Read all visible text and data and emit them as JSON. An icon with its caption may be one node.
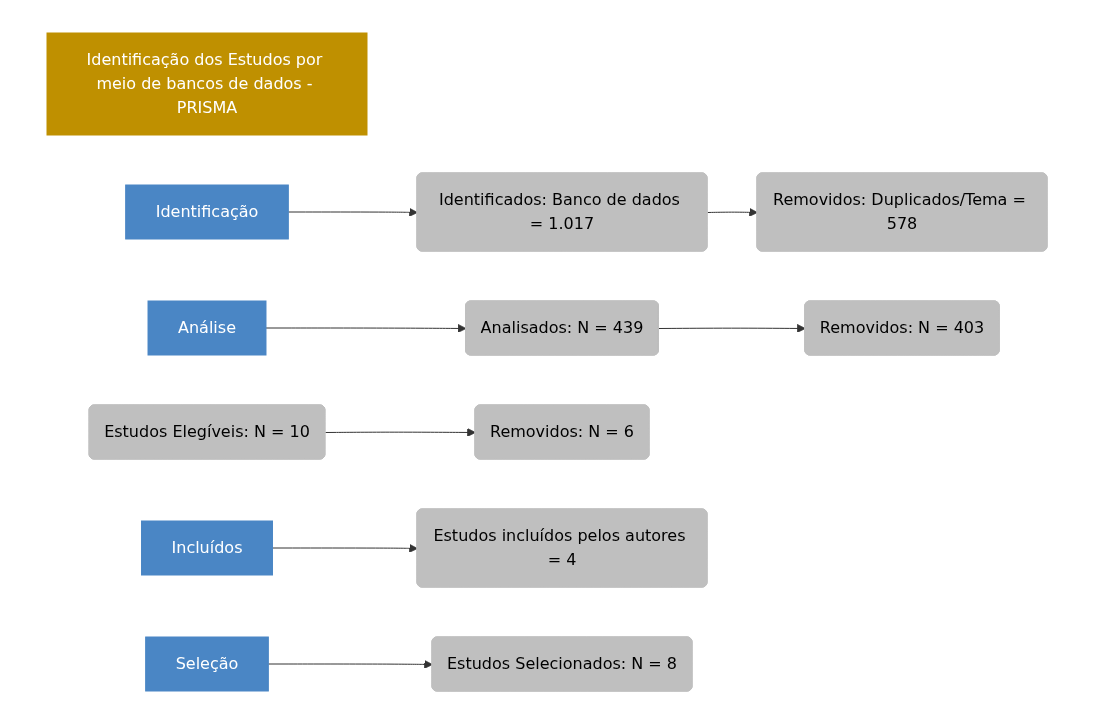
{
  "diagram": {
    "nodes": [
      {
        "text": [
          "Identificação dos Estudos por meio de bancos de dados - PRISMA"
        ]
      },
      {
        "text": [
          "Identificação"
        ]
      },
      {
        "text": [
          "Identificados: Banco de dados = 1.017"
        ]
      },
      {
        "text": [
          "Removidos: Duplicados/Tema = 578"
        ]
      },
      {
        "text": [
          "Análise"
        ]
      },
      {
        "text": [
          "Analisados: N = 439"
        ]
      },
      {
        "text": [
          "Removidos: N = 403"
        ]
      },
      {
        "text": [
          "Estudos Elegíveis: N = 10"
        ]
      },
      {
        "text": [
          "Removidos: N = 6"
        ]
      },
      {
        "text": [
          "Incluídos"
        ]
      },
      {
        "text": [
          "Estudos incluídos pelos autores = 4"
        ]
      },
      {
        "text": [
          "Seleção"
        ]
      },
      {
        "text": [
          "Estudos Selecionados: N = 8"
        ]
      }
    ],
    "edges": [
      {
        "from": 1,
        "to": 2,
        "arrow": "to"
      },
      {
        "from": 2,
        "to": 3,
        "arrow": "to"
      },
      {
        "from": 4,
        "to": 5,
        "arrow": "to"
      },
      {
        "from": 5,
        "to": 6,
        "arrow": "to"
      },
      {
        "from": 7,
        "to": 8,
        "arrow": "to"
      },
      {
        "from": 9,
        "to": 10,
        "arrow": "to"
      },
      {
        "from": 11,
        "to": 12,
        "arrow": "to"
      }
    ]
  }
}
